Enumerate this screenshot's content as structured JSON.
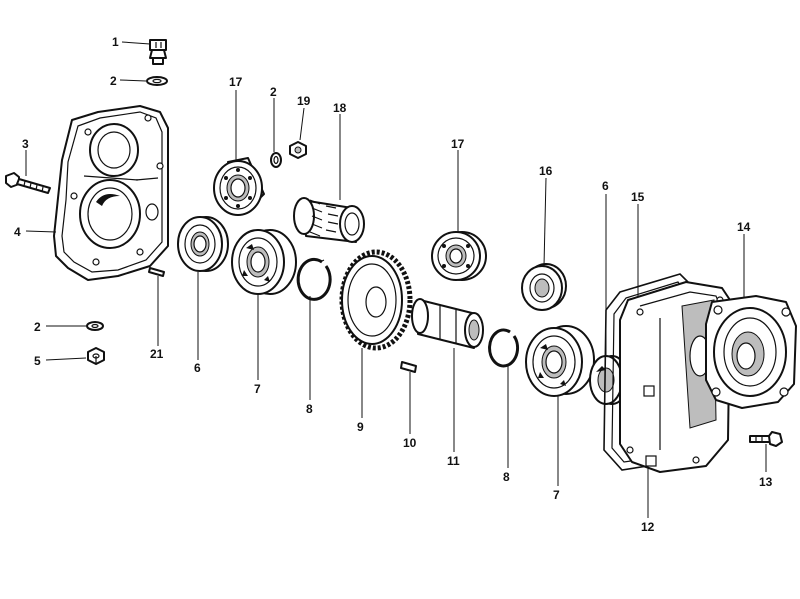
{
  "callouts": {
    "c1": "1",
    "c2a": "2",
    "c3": "3",
    "c4": "4",
    "c2b": "2",
    "c5": "5",
    "c21": "21",
    "c17a": "17",
    "c6a": "6",
    "c7a": "7",
    "c2c": "2",
    "c19": "19",
    "c18": "18",
    "c8a": "8",
    "c9": "9",
    "c10": "10",
    "c11": "11",
    "c17b": "17",
    "c16": "16",
    "c8b": "8",
    "c7b": "7",
    "c6b": "6",
    "c15": "15",
    "c14": "14",
    "c12": "12",
    "c13": "13"
  },
  "colors": {
    "ink": "#111111",
    "paper": "#ffffff",
    "shade": "#bdbdbd"
  }
}
